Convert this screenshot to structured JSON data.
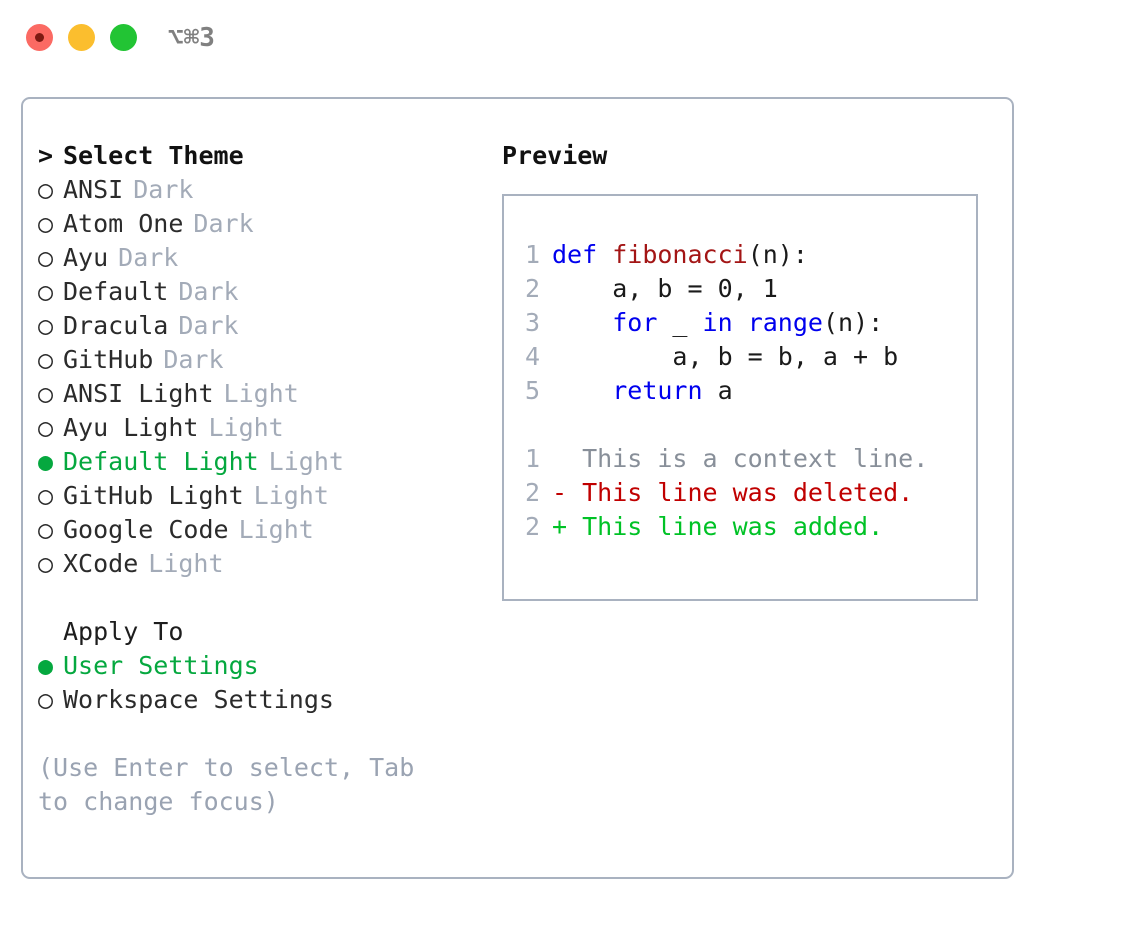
{
  "titlebar": {
    "shortcut": "⌥⌘3",
    "lights": [
      "close-red",
      "minimize-yellow",
      "maximize-green"
    ]
  },
  "colors": {
    "accent_green": "#05a83f",
    "muted": "#a3abb8",
    "hint": "#9aa3b2",
    "border": "#a9b2c0",
    "keyword_blue": "#0000ee",
    "function_red": "#a31515",
    "diff_delete": "#c00000",
    "diff_add": "#00c226"
  },
  "theme_picker": {
    "caret": ">",
    "title": "Select Theme",
    "bullet_unselected": "○",
    "bullet_selected": "●",
    "items": [
      {
        "name": "ANSI",
        "category": "Dark",
        "selected": false
      },
      {
        "name": "Atom One",
        "category": "Dark",
        "selected": false
      },
      {
        "name": "Ayu",
        "category": "Dark",
        "selected": false
      },
      {
        "name": "Default",
        "category": "Dark",
        "selected": false
      },
      {
        "name": "Dracula",
        "category": "Dark",
        "selected": false
      },
      {
        "name": "GitHub",
        "category": "Dark",
        "selected": false
      },
      {
        "name": "ANSI Light",
        "category": "Light",
        "selected": false
      },
      {
        "name": "Ayu Light",
        "category": "Light",
        "selected": false
      },
      {
        "name": "Default Light",
        "category": "Light",
        "selected": true
      },
      {
        "name": "GitHub Light",
        "category": "Light",
        "selected": false
      },
      {
        "name": "Google Code",
        "category": "Light",
        "selected": false
      },
      {
        "name": "XCode",
        "category": "Light",
        "selected": false
      }
    ]
  },
  "apply_to": {
    "title": "Apply To",
    "options": [
      {
        "label": "User Settings",
        "selected": true
      },
      {
        "label": "Workspace Settings",
        "selected": false
      }
    ]
  },
  "hint": "(Use Enter to select, Tab to change focus)",
  "preview": {
    "title": "Preview",
    "code_lines": [
      {
        "number": "1",
        "tokens": [
          {
            "text": "def ",
            "type": "kw"
          },
          {
            "text": "fibonacci",
            "type": "fn"
          },
          {
            "text": "(n):",
            "type": "pl"
          }
        ]
      },
      {
        "number": "2",
        "tokens": [
          {
            "text": "    a, b = 0, 1",
            "type": "pl"
          }
        ]
      },
      {
        "number": "3",
        "tokens": [
          {
            "text": "    ",
            "type": "pl"
          },
          {
            "text": "for",
            "type": "kw"
          },
          {
            "text": " _ ",
            "type": "pl"
          },
          {
            "text": "in",
            "type": "kw"
          },
          {
            "text": " ",
            "type": "pl"
          },
          {
            "text": "range",
            "type": "kw"
          },
          {
            "text": "(n):",
            "type": "pl"
          }
        ]
      },
      {
        "number": "4",
        "tokens": [
          {
            "text": "        a, b = b, a + b",
            "type": "pl"
          }
        ]
      },
      {
        "number": "5",
        "tokens": [
          {
            "text": "    ",
            "type": "pl"
          },
          {
            "text": "return",
            "type": "kw"
          },
          {
            "text": " a",
            "type": "pl"
          }
        ]
      }
    ],
    "diff_lines": [
      {
        "number": "1",
        "marker": " ",
        "text": " This is a context line.",
        "kind": "context"
      },
      {
        "number": "2",
        "marker": "-",
        "text": " This line was deleted.",
        "kind": "delete"
      },
      {
        "number": "2",
        "marker": "+",
        "text": " This line was added.",
        "kind": "add"
      }
    ]
  }
}
